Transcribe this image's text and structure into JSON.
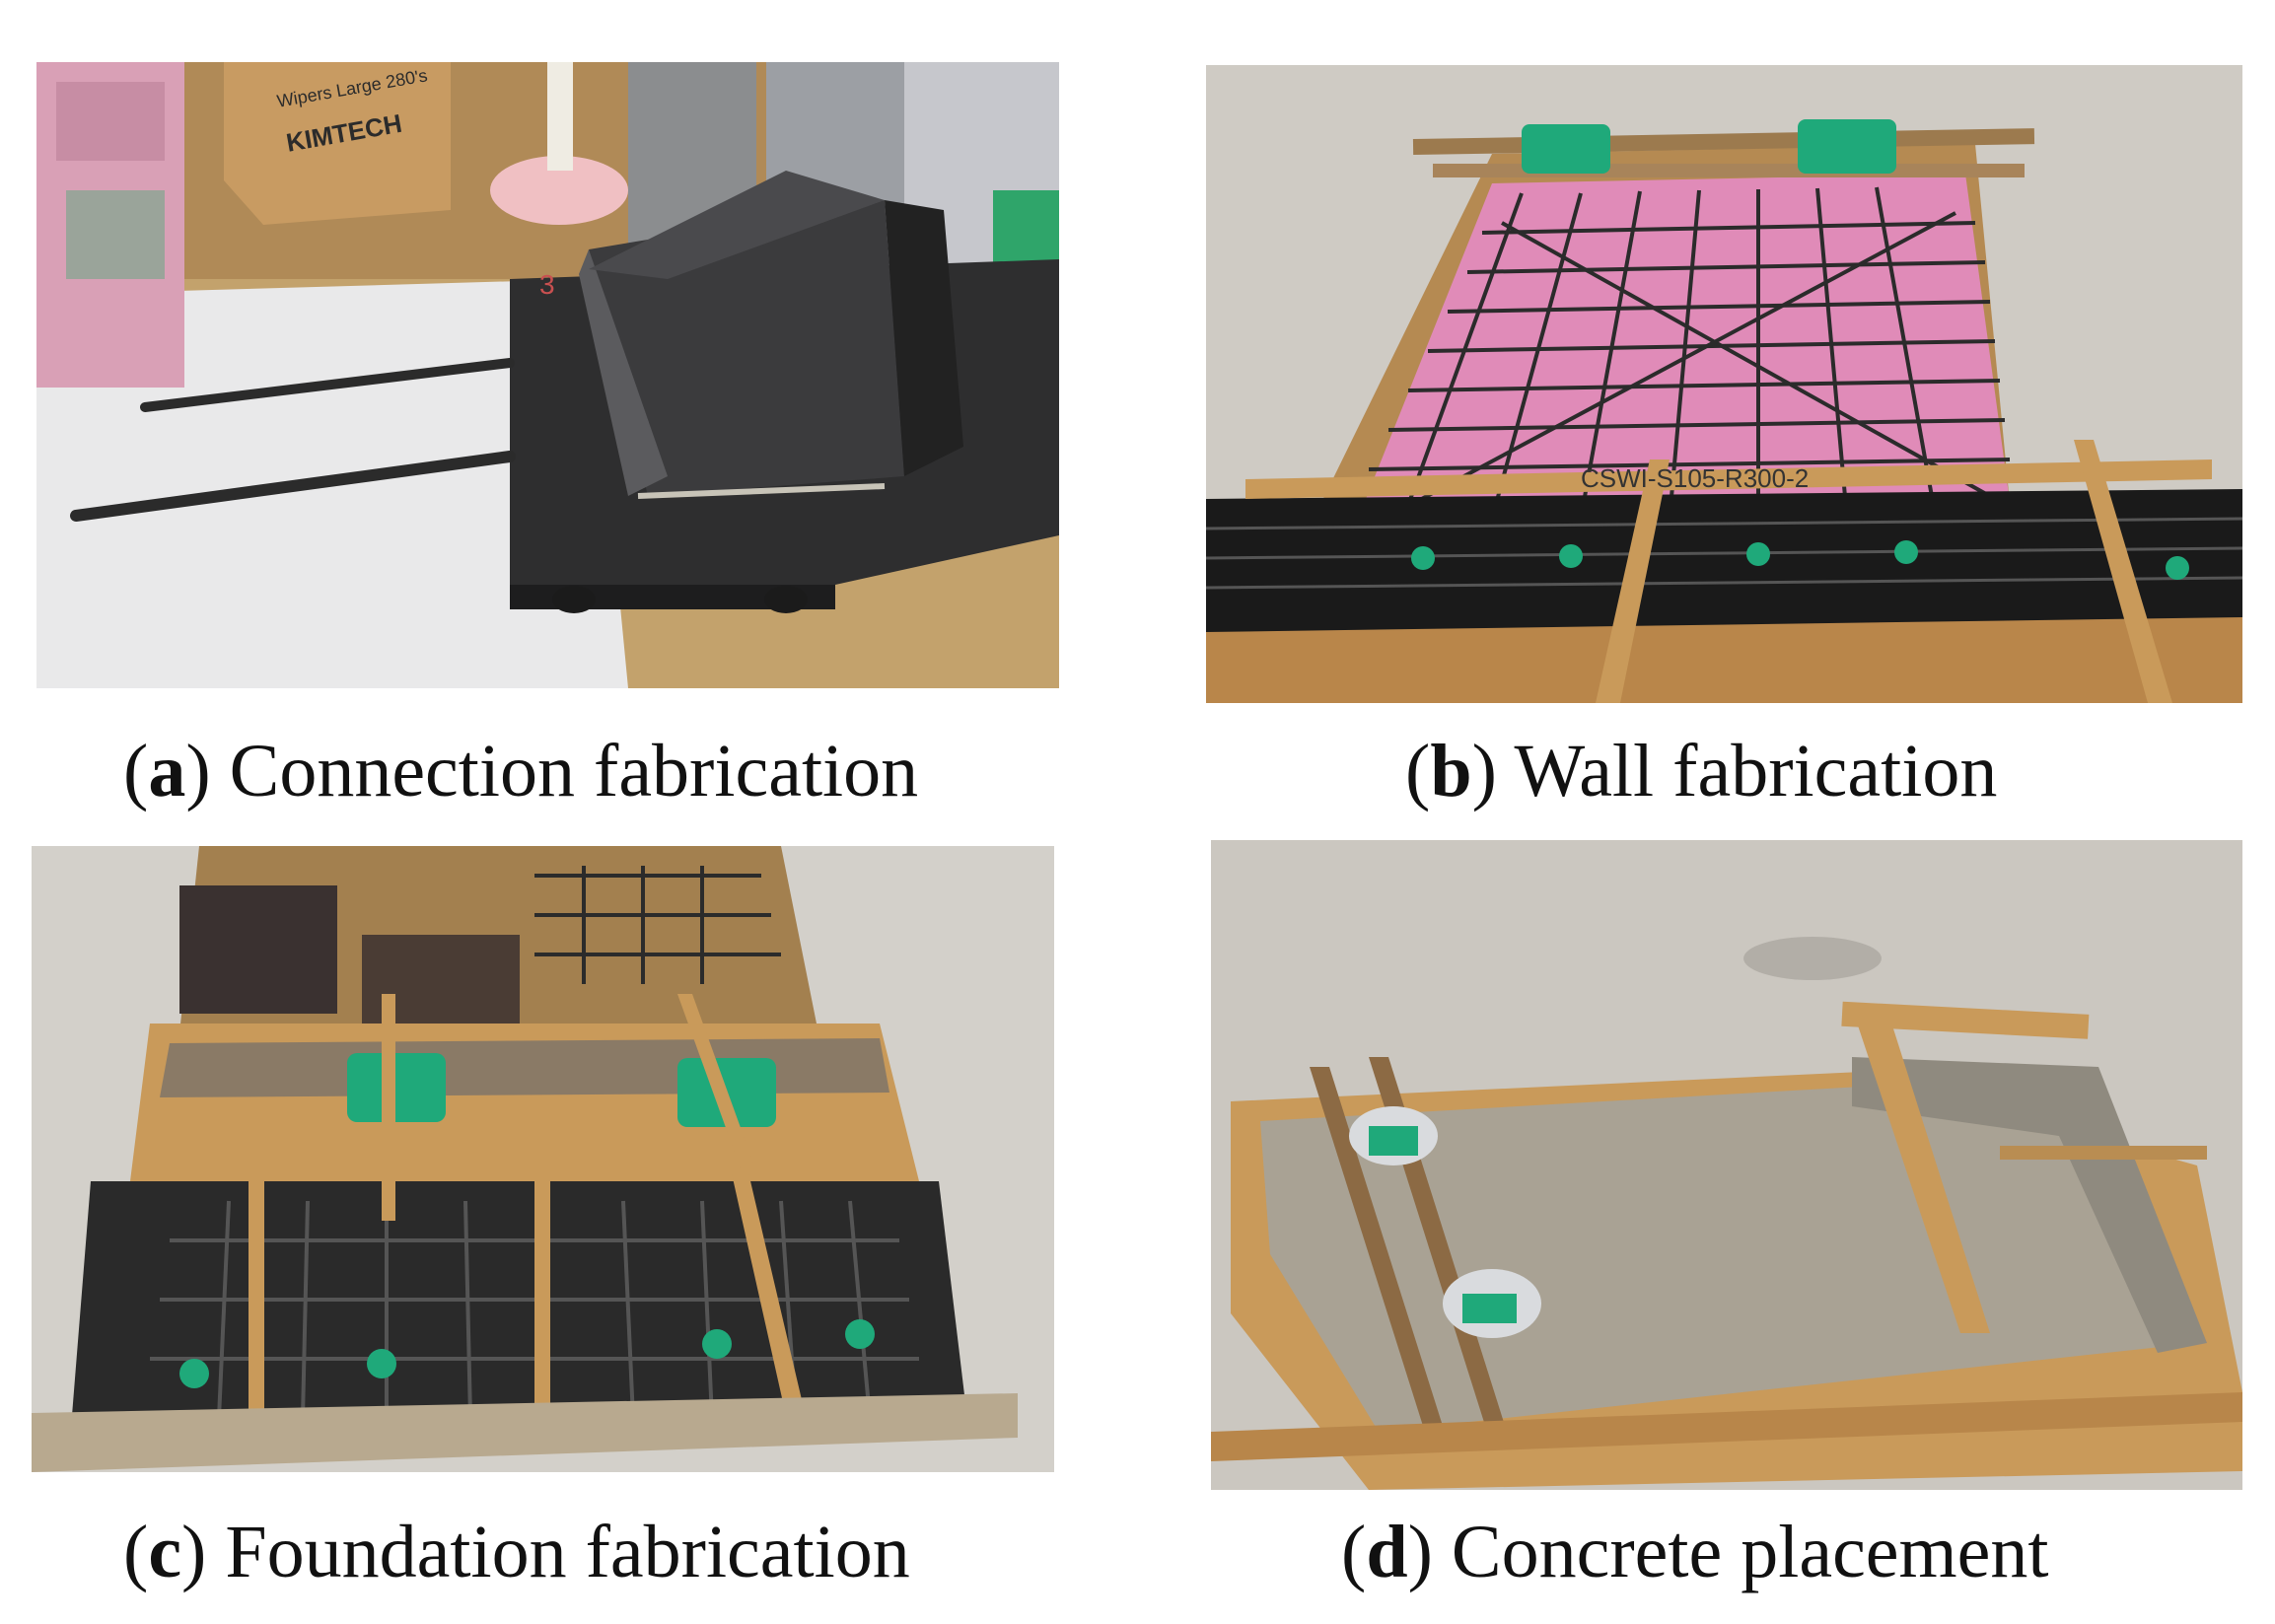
{
  "panels": [
    {
      "letter": "a",
      "paren_open": "(",
      "paren_close": ")",
      "title": "Connection fabrication",
      "box_text_1": "Wipers Large 280's",
      "box_text_2": "KIMTECH",
      "plate_mark": "3"
    },
    {
      "letter": "b",
      "paren_open": "(",
      "paren_close": ")",
      "title": "Wall fabrication",
      "wall_mark": "CSWI-S105-R300-2"
    },
    {
      "letter": "c",
      "paren_open": "(",
      "paren_close": ")",
      "title": "Foundation fabrication"
    },
    {
      "letter": "d",
      "paren_open": "(",
      "paren_close": ")",
      "title": "Concrete placement"
    }
  ],
  "colors": {
    "wood": "#c99a5a",
    "rebar": "#2b2b2b",
    "pink_foam": "#e08bb8",
    "green_tape": "#1fa97a",
    "concrete": "#a9a294",
    "ground": "#cfcbc4"
  }
}
